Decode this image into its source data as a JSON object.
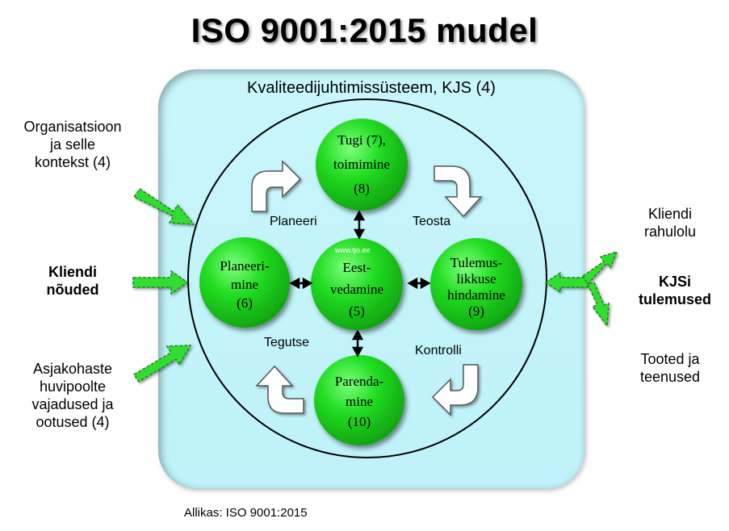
{
  "title": "ISO 9001:2015 mudel",
  "qms_label": "Kvaliteedijuhtimissüsteem, KJS (4)",
  "inputs": {
    "context": [
      "Organisatsioon",
      "ja selle",
      "kontekst (4)"
    ],
    "requirements": [
      "Kliendi",
      "nõuded"
    ],
    "interested_parties": [
      "Asjakohaste",
      "huvipoolte",
      "vajadused ja",
      "ootused (4)"
    ]
  },
  "outputs": {
    "satisfaction": [
      "Kliendi",
      "rahulolu"
    ],
    "results": [
      "KJSi",
      "tulemused"
    ],
    "products": [
      "Tooted ja",
      "teenused"
    ]
  },
  "nodes": {
    "support": [
      "Tugi (7),",
      "toimimine",
      "(8)"
    ],
    "planning": [
      "Planeeri-",
      "mine",
      "(6)"
    ],
    "leadership": [
      "Eest-",
      "vedamine",
      "(5)"
    ],
    "evaluation": [
      "Tulemus-",
      "likkuse",
      "hindamine",
      "(9)"
    ],
    "improvement": [
      "Parenda-",
      "mine",
      "(10)"
    ]
  },
  "cycle": {
    "plan": "Planeeri",
    "do": "Teosta",
    "check": "Kontrolli",
    "act": "Tegutse"
  },
  "watermark": "www.tjo.ee",
  "source": "Allikas: ISO 9001:2015",
  "colors": {
    "box_fill": "#c4f4fa",
    "node_green": "#22dd22",
    "arrow_green": "#33dd33"
  }
}
